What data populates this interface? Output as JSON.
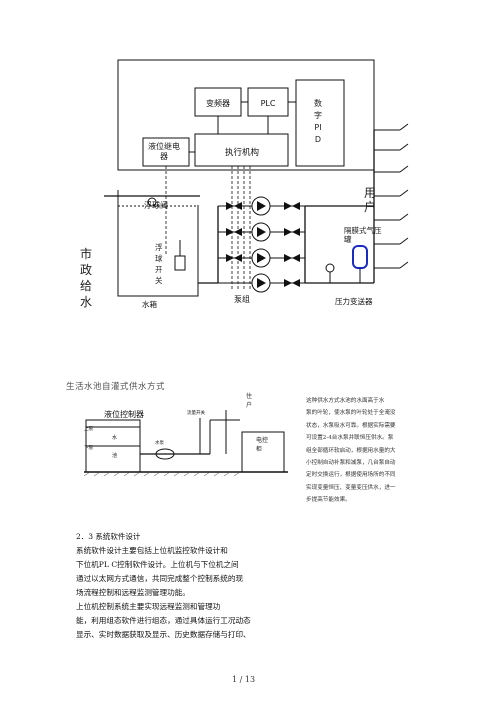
{
  "diagram1": {
    "blocks": {
      "inverter": "变频器",
      "plc": "PLC",
      "pid": "数字PID",
      "level_relay": "液位继电器",
      "actuator": "执行机构"
    },
    "labels": {
      "float_valve": "浮球阀",
      "float_switch": "浮球开关",
      "user": "用户",
      "diaphragm_tank": "隔膜式气压罐",
      "municipal": "市政给水",
      "tank": "水箱",
      "pump_group": "泵组",
      "pressure_transmitter": "压力变送器"
    }
  },
  "caption": "生活水池自灌式供水方式",
  "diagram2": {
    "level_controller": "液位控制器",
    "high_level": "上限",
    "low_level": "下限",
    "water": "水",
    "pool": "池",
    "pump": "水泵",
    "flow_switch": "流量开关",
    "user": "住户",
    "control_cabinet": "电控柜"
  },
  "side_paragraph": [
    "这种供水方式水池的水面高于水",
    "泵的叶轮，使水泵的叶轮处于全淹没",
    "状态，水泵吸水可靠。根据实际需要",
    "可设置2-4台水泵并联恒压供水。泵",
    "组全部循环软启动，根据用水量的大",
    "小控制自动补泵和减泵，几台泵自动",
    "定时交换运行，根据使用场所的不同",
    "实现变量恒压、变量变压供水，进一",
    "步提高节能效果。"
  ],
  "section_title": "2．3  系统软件设计",
  "body_lines": [
    "系统软件设计主要包括上位机监控软件设计和",
    "下位机PL C控制软件设计。上位机与下位机之间",
    "通过以太网方式通信，共同完成整个控制系统的现",
    "场流程控制和远程监测管理功能。",
    "上位机控制系统主要实现远程监测和管理功",
    "能，利用组态软件进行组态，通过具体运行工况动态",
    "显示、实时数据获取及显示、历史数据存储与打印、"
  ],
  "page_number": "1 / 13"
}
